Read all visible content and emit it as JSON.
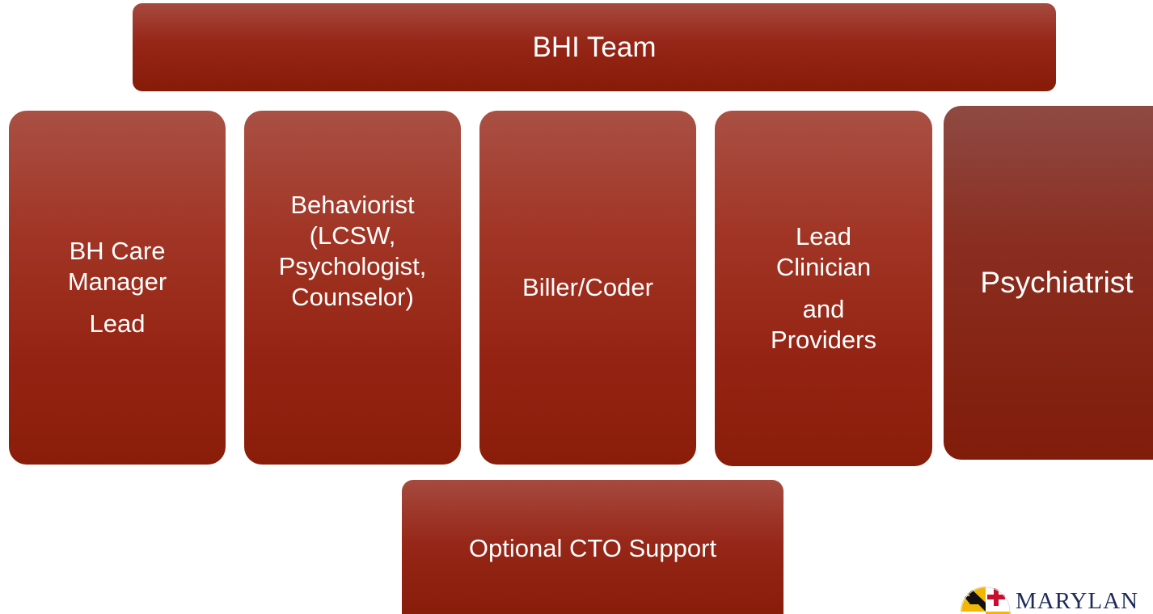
{
  "header": {
    "title": "BHI Team"
  },
  "roles": {
    "care_manager": {
      "line1": "BH Care",
      "line2": "Manager",
      "line3": "Lead"
    },
    "behaviorist": {
      "line1": "Behaviorist",
      "line2": "(LCSW,",
      "line3": "Psychologist,",
      "line4": "Counselor)"
    },
    "biller": {
      "line1": "Biller/Coder"
    },
    "clinician": {
      "line1": "Lead",
      "line2": "Clinician",
      "line3": "and",
      "line4": "Providers"
    },
    "psychiatrist": {
      "line1": "Psychiatrist"
    }
  },
  "support": {
    "label": "Optional CTO Support"
  },
  "logo": {
    "wordmark": "MARYLAN",
    "icon": "maryland-flag-icon"
  },
  "colors": {
    "box_top": "#a95044",
    "box_bottom": "#8a1d0a",
    "text": "#ffffff",
    "logo_text": "#1e2a5a"
  }
}
